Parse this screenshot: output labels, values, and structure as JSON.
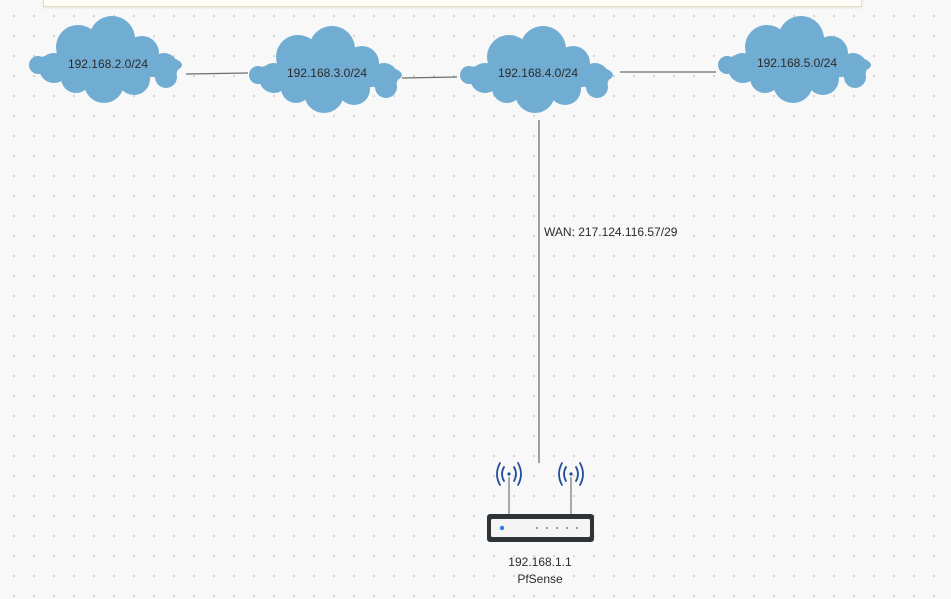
{
  "diagram": {
    "networks": [
      {
        "id": "net-2",
        "label": "192.168.2.0/24"
      },
      {
        "id": "net-3",
        "label": "192.168.3.0/24"
      },
      {
        "id": "net-4",
        "label": "192.168.4.0/24"
      },
      {
        "id": "net-5",
        "label": "192.168.5.0/24"
      }
    ],
    "connections": [
      {
        "from": "192.168.2.0/24",
        "to": "192.168.3.0/24",
        "label": ""
      },
      {
        "from": "192.168.3.0/24",
        "to": "192.168.4.0/24",
        "label": ""
      },
      {
        "from": "192.168.4.0/24",
        "to": "192.168.5.0/24",
        "label": ""
      },
      {
        "from": "192.168.4.0/24",
        "to": "PfSense",
        "label": "WAN: 217.124.116.57/29"
      }
    ],
    "router": {
      "ip": "192.168.1.1",
      "name": "PfSense"
    },
    "colors": {
      "cloud_fill": "#71acd2",
      "line": "#6e6e6e",
      "antenna_waves": "#1f4e9c",
      "router_body": "#2e3338",
      "router_face": "#f4f4f4",
      "router_led": "#2f7de1"
    }
  }
}
